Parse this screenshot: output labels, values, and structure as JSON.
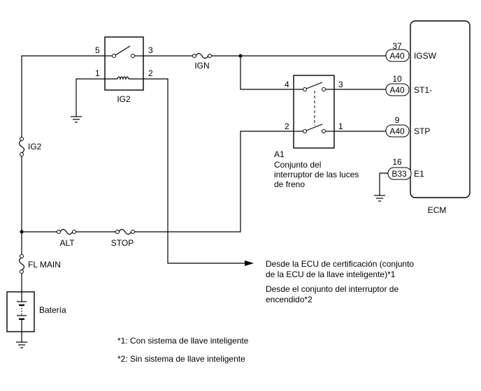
{
  "components": {
    "ig2_relay": {
      "label": "IG2",
      "pin5": "5",
      "pin3": "3",
      "pin1": "1",
      "pin2": "2"
    },
    "ecm": {
      "label": "ECM"
    },
    "stop_switch": {
      "id": "A1",
      "name_line1": "Conjunto del",
      "name_line2": "interruptor de las luces",
      "name_line3": "de freno",
      "pin4": "4",
      "pin3": "3",
      "pin2": "2",
      "pin1": "1"
    },
    "battery": {
      "label": "Batería"
    }
  },
  "fuses": {
    "ign": "IGN",
    "ig2": "IG2",
    "alt": "ALT",
    "stop": "STOP",
    "fl_main": "FL MAIN"
  },
  "ecm_pins": [
    {
      "number": "37",
      "connector": "A40",
      "signal": "IGSW"
    },
    {
      "number": "10",
      "connector": "A40",
      "signal": "ST1-"
    },
    {
      "number": "9",
      "connector": "A40",
      "signal": "STP"
    },
    {
      "number": "16",
      "connector": "B33",
      "signal": "E1"
    }
  ],
  "notes": {
    "from_ecu_line1": "Desde la ECU de certificación (conjunto",
    "from_ecu_line2": "de la ECU de la llave inteligente)*1",
    "from_switch_line1": "Desde el conjunto del interruptor de",
    "from_switch_line2": "encendido*2",
    "footnote1": "*1: Con sistema de llave inteligente",
    "footnote2": "*2: Sin sistema de llave inteligente"
  }
}
